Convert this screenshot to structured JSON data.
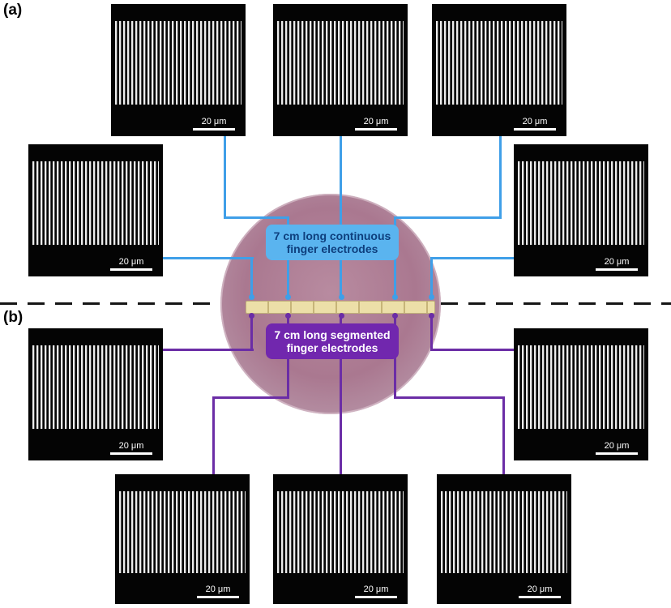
{
  "figure": {
    "panels": {
      "a": "(a)",
      "b": "(b)"
    },
    "annotations": {
      "continuous_label": "7 cm long continuous finger electrodes",
      "segmented_label": "7 cm long segmented finger electrodes"
    },
    "colors": {
      "continuous_accent": "#3f9fe8",
      "continuous_box_bg": "#5ab4ef",
      "segmented_accent": "#6b2da6",
      "segmented_box_bg": "#7127ae",
      "wafer": "#aa7890",
      "electrode_strip": "#ecdfa8"
    },
    "micrographs": [
      {
        "panel": "(a)",
        "position": "top-left",
        "scale_label": "20 μm"
      },
      {
        "panel": "(a)",
        "position": "top-center",
        "scale_label": "20 μm"
      },
      {
        "panel": "(a)",
        "position": "top-right",
        "scale_label": "20 μm"
      },
      {
        "panel": "(a)",
        "position": "mid-left",
        "scale_label": "20 μm"
      },
      {
        "panel": "(a)",
        "position": "mid-right",
        "scale_label": "20 μm"
      },
      {
        "panel": "(b)",
        "position": "mid-left",
        "scale_label": "20 μm"
      },
      {
        "panel": "(b)",
        "position": "mid-right",
        "scale_label": "20 μm"
      },
      {
        "panel": "(b)",
        "position": "bottom-left",
        "scale_label": "20 μm"
      },
      {
        "panel": "(b)",
        "position": "bottom-center",
        "scale_label": "20 μm"
      },
      {
        "panel": "(b)",
        "position": "bottom-right",
        "scale_label": "20 μm"
      }
    ]
  }
}
